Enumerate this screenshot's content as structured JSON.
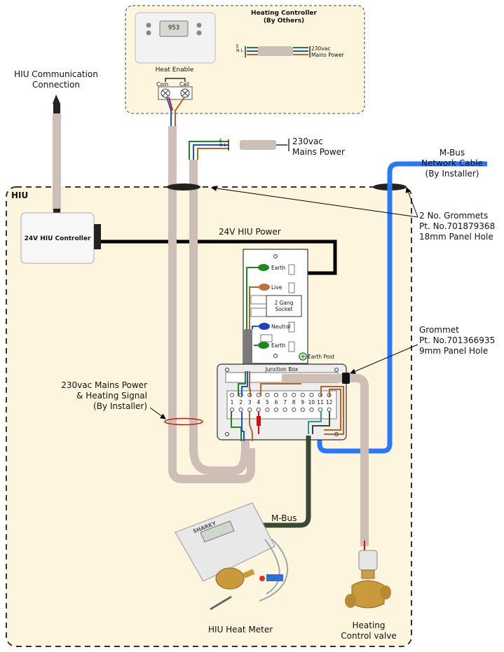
{
  "controller_box": {
    "title_line1": "Heating Controller",
    "title_line2": "(By Others)",
    "thermostat_display": "953",
    "heat_enable": "Heat Enable",
    "terminal_com": "Com",
    "terminal_call": "Call",
    "mains_line1": "230vac",
    "mains_line2": "Mains Power",
    "lne": "E N L"
  },
  "comm": {
    "line1": "HIU Communication",
    "line2": "Connection"
  },
  "mains_top": {
    "line1": "230vac",
    "line2": "Mains Power",
    "lne": "E N L"
  },
  "mbus_cable": {
    "line1": "M-Bus",
    "line2": "Network Cable",
    "line3": "(By Installer)"
  },
  "hiu_label": "HIU",
  "hiu_controller": "24V HIU Controller",
  "power_label": "24V HIU Power",
  "grommets_18": {
    "line1": "2 No. Grommets",
    "line2": "Pt. No.701879368",
    "line3": "18mm Panel Hole"
  },
  "grommet_9": {
    "line1": "Grommet",
    "line2": "Pt. No.701366935",
    "line3": "9mm Panel Hole"
  },
  "socket": {
    "earth1": "Earth",
    "live": "Live",
    "gang_line1": "2 Gang",
    "gang_line2": "Socket",
    "neutral": "Neutral",
    "earth2": "Earth",
    "earth_post": "Earth Post"
  },
  "junction_box": {
    "title": "Junction Box",
    "terminals": [
      "1",
      "2",
      "3",
      "4",
      "5",
      "6",
      "7",
      "8",
      "9",
      "10",
      "11",
      "12"
    ]
  },
  "mains_heating": {
    "line1": "230vac Mains Power",
    "line2": "& Heating Signal",
    "line3": "(By Installer)"
  },
  "mbus_label": "M-Bus",
  "meter": {
    "brand": "SHARKY",
    "label": "HIU Heat Meter"
  },
  "valve": {
    "line1": "Heating",
    "line2": "Control valve"
  },
  "colors": {
    "panel": "#fdf5dd",
    "cable_grey": "#cdbfb5",
    "mbus_blue": "#2979ff",
    "mbus_wire": "#3a4a32"
  }
}
